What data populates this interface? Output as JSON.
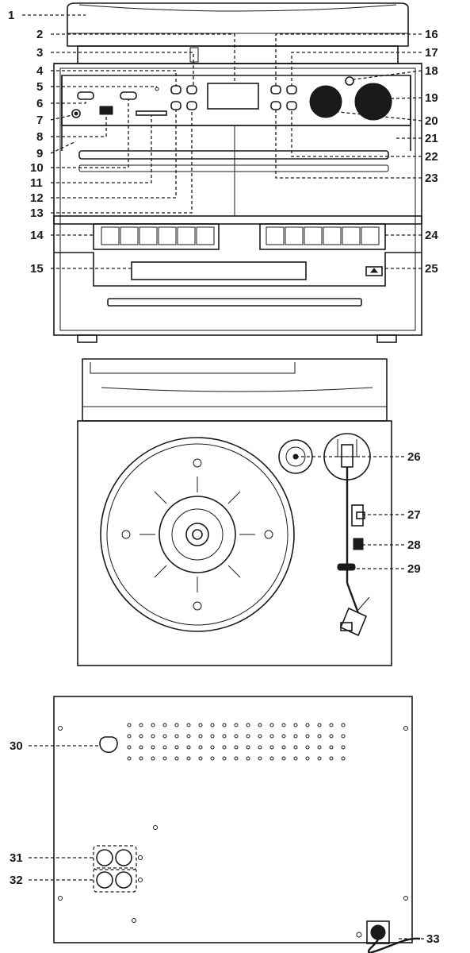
{
  "callouts": [
    "1",
    "2",
    "3",
    "4",
    "5",
    "6",
    "7",
    "8",
    "9",
    "10",
    "11",
    "12",
    "13",
    "14",
    "15",
    "16",
    "17",
    "18",
    "19",
    "20",
    "21",
    "22",
    "23",
    "24",
    "25",
    "26",
    "27",
    "28",
    "29",
    "30",
    "31",
    "32",
    "33"
  ],
  "colors": {
    "ink": "#1a1a1a",
    "paper": "#ffffff"
  }
}
